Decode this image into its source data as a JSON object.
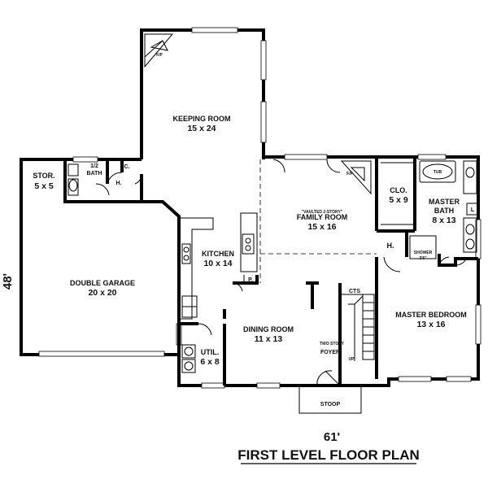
{
  "plan": {
    "title": "FIRST LEVEL FLOOR PLAN",
    "width_dim": "61'",
    "depth_dim": "48'"
  },
  "rooms": {
    "keeping": {
      "name": "KEEPING ROOM",
      "size": "15 x 24"
    },
    "fp_keeping": {
      "name": "F/P"
    },
    "stor": {
      "name": "STOR.",
      "size": "5 x 5"
    },
    "half_bath": {
      "name": "1/2",
      "name2": "BATH"
    },
    "closet_c": {
      "name": "C."
    },
    "hall_h1": {
      "name": "H."
    },
    "garage": {
      "name": "DOUBLE GARAGE",
      "size": "20 x 20"
    },
    "kitchen": {
      "name": "KITCHEN",
      "size": "10 x 14"
    },
    "pantry": {
      "name": "P."
    },
    "family": {
      "note": "\"VAULTED 2-STORY\"",
      "name": "FAMILY ROOM",
      "size": "15 x 16"
    },
    "fp_family": {
      "name": "F/P"
    },
    "clo": {
      "name": "CLO.",
      "size": "5 x 9"
    },
    "tub": {
      "name": "TUB"
    },
    "master_bath": {
      "name": "MASTER",
      "name2": "BATH",
      "size": "8 x 13"
    },
    "linen": {
      "name": "L"
    },
    "hall_h2": {
      "name": "H."
    },
    "shower": {
      "name": "SHOWER",
      "sub": "3'6\""
    },
    "dining": {
      "name": "DINING ROOM",
      "size": "11 x 13"
    },
    "cts": {
      "name": "CTS"
    },
    "foyer": {
      "name": "TWO STORY",
      "name2": "FOYER"
    },
    "up": {
      "name": "UP"
    },
    "master_bed": {
      "name": "MASTER BEDROOM",
      "size": "13 x 16"
    },
    "util": {
      "name": "UTIL.",
      "size": "6 x 8"
    },
    "stoop": {
      "name": "STOOP"
    }
  },
  "colors": {
    "wall": "#000000",
    "paper": "#ffffff"
  }
}
